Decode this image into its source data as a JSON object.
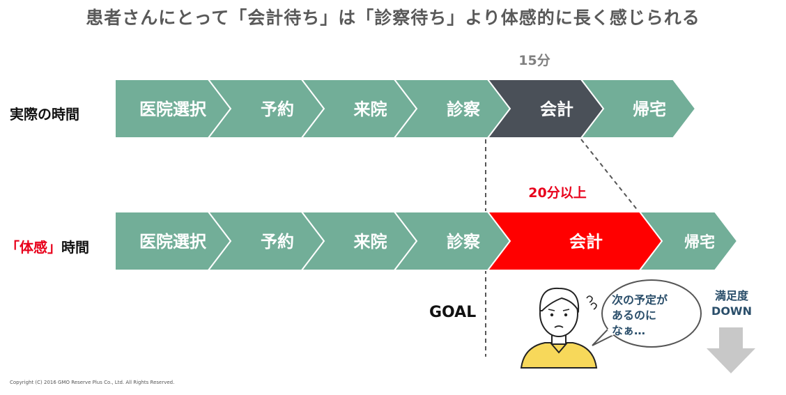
{
  "title": "患者さんにとって「会計待ち」は「診察待ち」より体感的に長く感じられる",
  "rows": [
    {
      "label_plain": "実際の時間",
      "duration_label": "15分",
      "steps": [
        "医院選択",
        "予約",
        "来院",
        "診察",
        "会計",
        "帰宅"
      ]
    },
    {
      "label_red": "「体感」",
      "label_plain": "時間",
      "duration_label": "20分以上",
      "steps": [
        "医院選択",
        "予約",
        "来院",
        "診察",
        "会計",
        "帰宅"
      ]
    }
  ],
  "goal_label": "GOAL",
  "speech_bubble": [
    "次の予定が",
    "あるのに",
    "なぁ…"
  ],
  "satisfaction": [
    "満足度",
    "DOWN"
  ],
  "copyright": "Copyright (C) 2016 GMO Reserve Plus Co., Ltd. All Rights Reserved.",
  "colors": {
    "step": "#72ae98",
    "actual_highlight": "#4a5058",
    "felt_highlight": "#ff0000",
    "title": "#595959",
    "accent_red": "#e8001b",
    "duration_gray": "#808080",
    "text_blue": "#2a4e6a"
  },
  "icons": [
    "dashed-guide-line",
    "worried-person-icon",
    "speech-bubble-icon",
    "down-arrow-icon"
  ]
}
